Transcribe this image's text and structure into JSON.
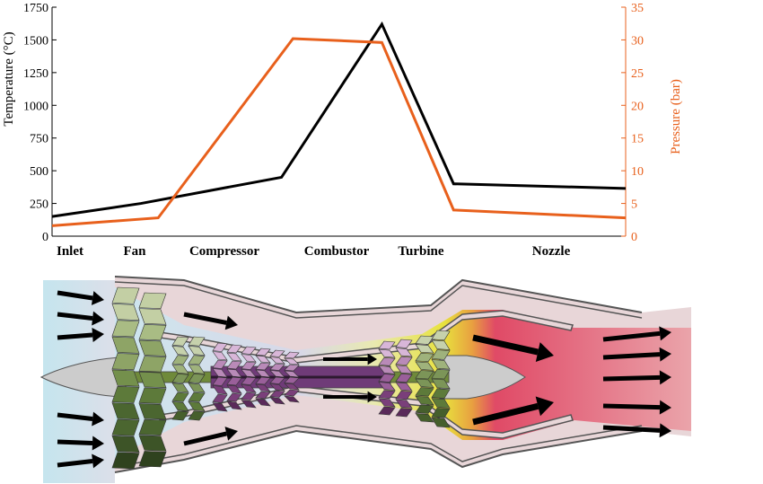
{
  "chart_data": {
    "type": "line",
    "categories": [
      "Inlet",
      "Fan",
      "Compressor",
      "Combustor",
      "Turbine",
      "Nozzle"
    ],
    "ylabel": "Temperature (°C)",
    "y2label": "Pressure (bar)",
    "ylim": [
      0,
      1750
    ],
    "y2lim": [
      0,
      35
    ],
    "yticks": [
      0,
      250,
      500,
      750,
      1000,
      1250,
      1500,
      1750
    ],
    "y2ticks": [
      0,
      5,
      10,
      15,
      20,
      25,
      30,
      35
    ],
    "grid": false,
    "series": [
      {
        "color": "#000000",
        "axis": "left",
        "points": [
          [
            0.0,
            150
          ],
          [
            0.155,
            250
          ],
          [
            0.4,
            450
          ],
          [
            0.575,
            1620
          ],
          [
            0.7,
            400
          ],
          [
            1.0,
            365
          ]
        ]
      },
      {
        "color": "#e8601c",
        "axis": "right",
        "points": [
          [
            0.0,
            1.6
          ],
          [
            0.185,
            2.8
          ],
          [
            0.42,
            30.2
          ],
          [
            0.575,
            29.6
          ],
          [
            0.7,
            4.0
          ],
          [
            1.0,
            2.8
          ]
        ]
      }
    ]
  },
  "colors": {
    "temperature": "#000000",
    "pressure": "#e8601c",
    "casing": "#e8d4d6",
    "inlet_air": "#cbe6ec",
    "combustion": "#e9e24a",
    "exhaust": "#de4d6a",
    "fan_blade": "#5d7a3a",
    "compressor_blade": "#7a3f7a",
    "flow_arrow": "#000000"
  }
}
